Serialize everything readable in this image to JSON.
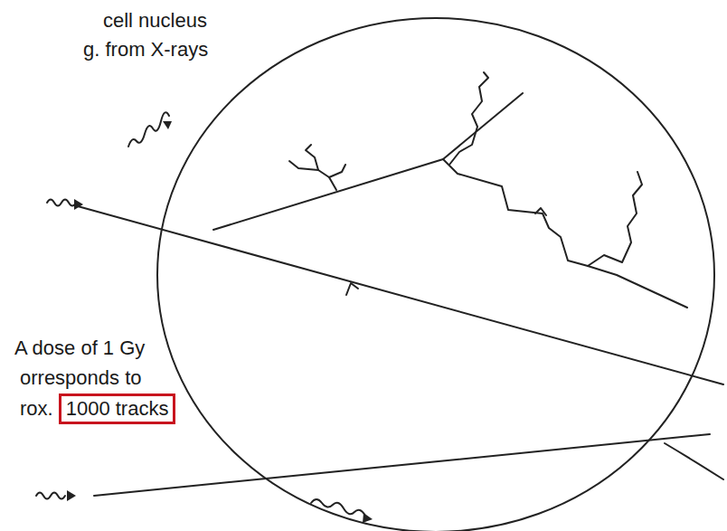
{
  "diagram": {
    "nodes": [
      {
        "text": [
          "1000 tracks"
        ]
      }
    ],
    "labels": [
      "cell nucleus",
      "g. from X-rays",
      "A dose of 1 Gy",
      "orresponds to",
      "rox."
    ]
  }
}
